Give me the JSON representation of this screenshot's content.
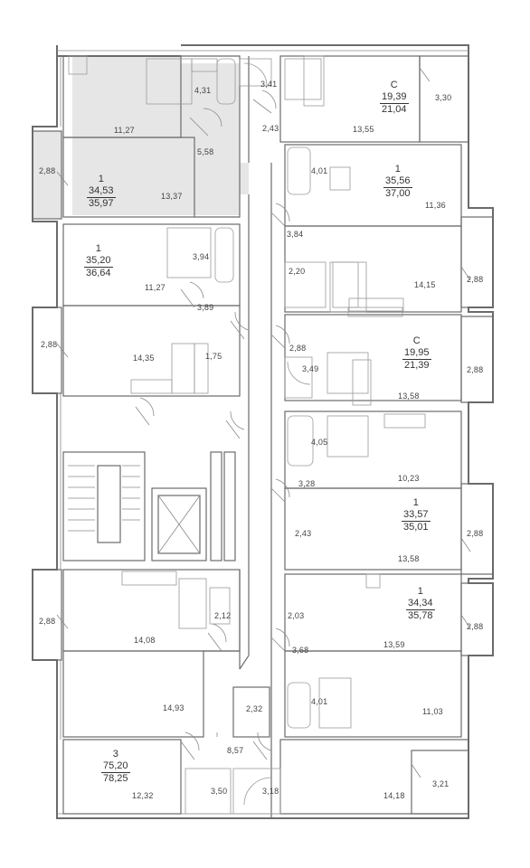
{
  "highlight_color": "#e6e6e6",
  "apartments": [
    {
      "id": "apt-a",
      "type": "1",
      "area": "34,53",
      "total": "35,97"
    },
    {
      "id": "apt-b",
      "type": "C",
      "area": "19,39",
      "total": "21,04"
    },
    {
      "id": "apt-c",
      "type": "1",
      "area": "35,56",
      "total": "37,00"
    },
    {
      "id": "apt-d",
      "type": "1",
      "area": "35,20",
      "total": "36,64"
    },
    {
      "id": "apt-e",
      "type": "C",
      "area": "19,95",
      "total": "21,39"
    },
    {
      "id": "apt-f",
      "type": "1",
      "area": "33,57",
      "total": "35,01"
    },
    {
      "id": "apt-g",
      "type": "1",
      "area": "34,34",
      "total": "35,78"
    },
    {
      "id": "apt-h",
      "type": "3",
      "area": "75,20",
      "total": "78,25"
    }
  ],
  "rooms": [
    "11,27",
    "4,31",
    "3,41",
    "3,30",
    "5,58",
    "2,43",
    "13,55",
    "2,88",
    "13,37",
    "4,01",
    "11,36",
    "3,94",
    "11,27",
    "3,84",
    "2,20",
    "2,88",
    "14,15",
    "3,89",
    "2,88",
    "14,35",
    "1,75",
    "3,49",
    "2,88",
    "13,58",
    "4,05",
    "10,23",
    "3,28",
    "2,43",
    "2,88",
    "13,58",
    "2,88",
    "2,12",
    "14,08",
    "2,03",
    "13,59",
    "2,88",
    "3,68",
    "14,93",
    "2,32",
    "4,01",
    "11,03",
    "8,57",
    "12,32",
    "3,50",
    "3,18",
    "14,18",
    "3,21"
  ]
}
